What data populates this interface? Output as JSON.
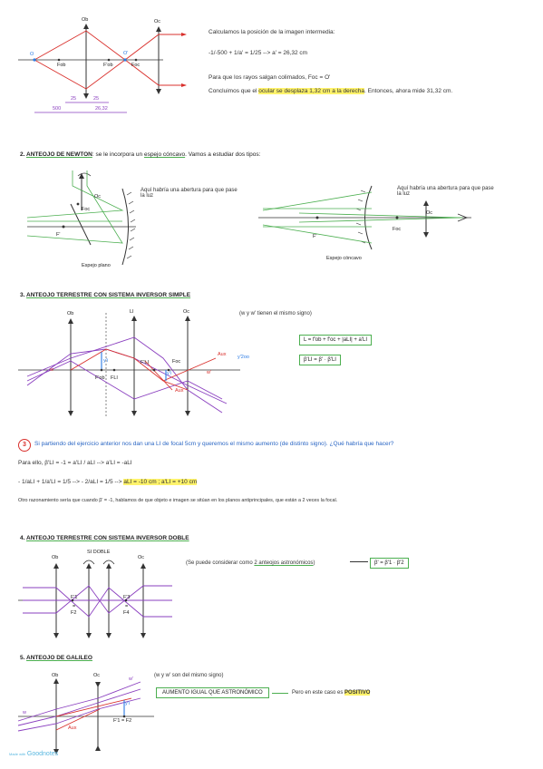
{
  "top": {
    "labels": {
      "ob": "Ob",
      "oc": "Oc",
      "o": "O",
      "o2": "O'",
      "fob": "Fob",
      "f2ob": "F'ob",
      "foc": "Foc"
    },
    "dims": {
      "d1": "25",
      "d2": "25",
      "d3": "500",
      "d4": "26,32"
    },
    "notes": {
      "l1": "Calculamos la posición de la imagen intermedia:",
      "l2": "-1/-500 + 1/a' = 1/25 --> a' = 26,32 cm",
      "l3": "Para que los rayos salgan colimados, Foc = O'",
      "l4_pre": "Concluimos que el",
      "l4_hl": "ocular se desplaza 1,32 cm a la derecha",
      "l4_post": ". Entonces, ahora mide 31,32 cm."
    }
  },
  "s2": {
    "num": "2.",
    "title": "ANTEOJO DE NEWTON",
    "desc_pre": ": se le incorpora un",
    "desc_link": "espejo cóncavo",
    "desc_post": ". Vamos a estudiar dos tipos:",
    "left": {
      "oc": "Oc",
      "foc": "Foc",
      "f": "F'",
      "note": "Aquí habría una abertura para que pase la luz",
      "mirror": "Espejo plano"
    },
    "right": {
      "oc": "Oc",
      "foc": "Foc",
      "f": "F'",
      "note": "Aquí habría una abertura para que pase la luz",
      "mirror": "Espejo cóncavo"
    }
  },
  "s3": {
    "num": "3.",
    "title": "ANTEOJO TERRESTRE CON SISTEMA INVERSOR SIMPLE",
    "labels": {
      "ob": "Ob",
      "li": "LI",
      "oc": "Oc",
      "fob": "F'ob",
      "fli": "FLI",
      "f2li": "F'LI",
      "foc": "Foc",
      "yi": "y'i",
      "y1": "y'i",
      "y2": "y'2oo",
      "aux": "Aux",
      "aux2": "Aux",
      "a1": "w",
      "a2": "w'"
    },
    "note": "(w y w' tienen el mismo signo)",
    "eq1": "L = f'ob + f'oc + |aLI| + a'LI",
    "eq2": "β'LI = β' · β'LI"
  },
  "s3q": {
    "num": "3",
    "question": "Si partiendo del ejercicio anterior nos dan una LI de focal 5cm y queremos el mismo aumento (de distinto signo). ¿Qué habría que hacer?",
    "l1": "Para ello, β'LI = -1 = a'LI / aLI --> a'LI = -aLI",
    "l2a": "- 1/aLI + 1/a'LI = 1/5 --> - 2/aLI = 1/5 -->",
    "l2b": "aLI = -10 cm ; a'LI = +10 cm",
    "l3": "Otro razonamiento sería que cuando β' = -1, hablamos de que objeto e imagen se sitúan en los planos antiprincipales, que están a 2 veces la focal."
  },
  "s4": {
    "num": "4.",
    "title": "ANTEOJO TERRESTRE CON SISTEMA INVERSOR DOBLE",
    "labels": {
      "ob": "Ob",
      "si": "SI DOBLE",
      "oc": "Oc",
      "f1": "F'1",
      "f2": "F2",
      "f3": "F'3",
      "f4": "F4",
      "eq": "="
    },
    "note_pre": "(Se puede considerar como",
    "note_u": "2 anteojos astronómicos",
    "note_post": ")",
    "eq": "β' = β'1 · β'2"
  },
  "s5": {
    "num": "5.",
    "title": "ANTEOJO DE GALILEO",
    "labels": {
      "ob": "Ob",
      "oc": "Oc",
      "yi": "y'i",
      "f": "F'1 = F2",
      "aux": "Aux",
      "w": "w'",
      "w2": "w"
    },
    "note": "(w y w' son del mismo signo)",
    "box": "AUMENTO IGUAL QUE ASTRONÓMICO",
    "after_pre": "Pero en este caso es",
    "after_hl": "POSITIVO"
  },
  "footer": {
    "made": "Made with",
    "brand": "Goodnotes"
  },
  "colors": {
    "red": "#d9302c",
    "purple": "#8a3fbf",
    "green": "#4caf50",
    "blue": "#2a7be4",
    "yellow": "#fff36b"
  }
}
